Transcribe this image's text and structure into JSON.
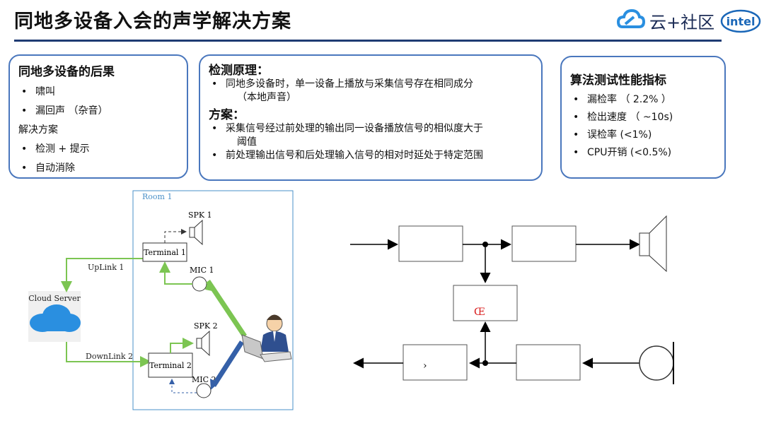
{
  "header": {
    "title": "同地多设备入会的声学解决方案",
    "brand_text": "云+社区",
    "partner_logo": "intel"
  },
  "card_consequences": {
    "heading": "同地多设备的后果",
    "items": [
      "啸叫",
      "漏回声 （杂音）"
    ],
    "solution_label": "解决方案",
    "solution_items": [
      "检测 + 提示",
      "自动消除"
    ]
  },
  "card_principle": {
    "heading": "检测原理：",
    "principle_items": [
      "同地多设备时，单一设备上播放与采集信号存在相同成分",
      "（本地声音）"
    ],
    "plan_heading": "方案：",
    "plan_items": [
      "采集信号经过前处理的输出同一设备播放信号的相似度大于",
      "阈值",
      "前处理输出信号和后处理输入信号的相对时延处于特定范围"
    ]
  },
  "card_metrics": {
    "heading": "算法测试性能指标",
    "items": [
      "漏检率 （ 2.2% ）",
      "检出速度 （ ~10s)",
      "误检率 (<1%)",
      "CPU开销 (<0.5%)"
    ]
  },
  "room_diagram": {
    "room_label": "Room 1",
    "cloud_label": "Cloud Server",
    "uplink": "UpLink 1",
    "downlink": "DownLink 2",
    "terminal1": "Terminal 1",
    "terminal2": "Terminal 2",
    "spk1": "SPK 1",
    "spk2": "SPK 2",
    "mic1": "MIC 1",
    "mic2": "MIC 2"
  },
  "block_diagram": {
    "detector_glyph": "Œ",
    "block_glyph": "›"
  },
  "colors": {
    "accent_blue": "#4a77bd",
    "title_rule": "#1f3b73",
    "green_link": "#7cc552",
    "blue_path": "#3560a8",
    "cloud": "#2a8fe0"
  }
}
